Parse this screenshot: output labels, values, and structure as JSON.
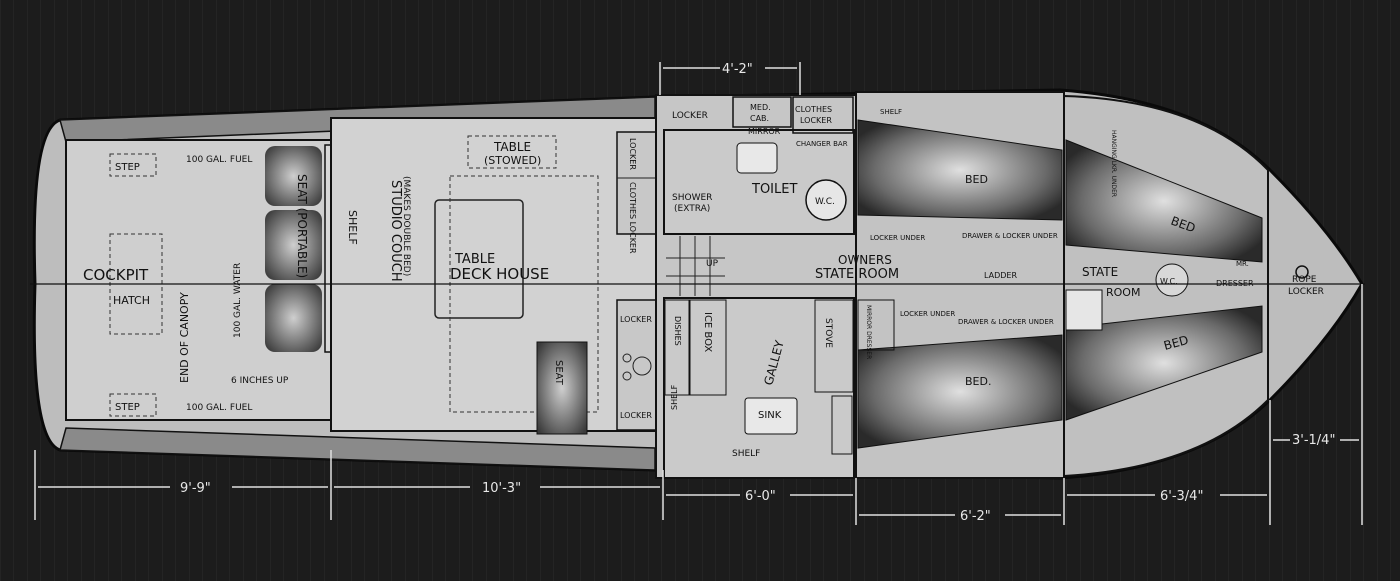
{
  "rooms": {
    "cockpit": "COCKPIT",
    "hatch": "HATCH",
    "end_of_canopy": "END OF CANOPY",
    "fuel_top": "100 GAL. FUEL",
    "fuel_bottom": "100 GAL. FUEL",
    "water": "100 GAL. WATER",
    "step_top": "STEP",
    "step_bottom": "STEP",
    "seat_portable": "SEAT (PORTABLE)",
    "shelf_vertical": "SHELF",
    "studio_couch": "STUDIO COUCH",
    "makes_double_bed": "(MAKES DOUBLE BED)",
    "six_inches_up": "6 INCHES UP",
    "table_stowed_1": "TABLE",
    "table_stowed_2": "(STOWED)",
    "table": "TABLE",
    "deck_house": "DECK HOUSE",
    "seat": "SEAT",
    "locker_upper": "LOCKER",
    "clothes_locker_left": "CLOTHES LOCKER",
    "locker_mid": "LOCKER",
    "locker_lower": "LOCKER",
    "shelf_lower": "SHELF",
    "dishes": "DISHES",
    "ice_box": "ICE BOX",
    "galley": "GALLEY",
    "sink": "SINK",
    "stove": "STOVE",
    "shelf_bottom": "SHELF",
    "up": "UP",
    "locker_top": "LOCKER",
    "med_cab_1": "MED.",
    "med_cab_2": "CAB.",
    "mirror_top": "MIRROR",
    "clothes_locker_top_1": "CLOTHES",
    "clothes_locker_top_2": "LOCKER",
    "changer_bar": "CHANGER BAR",
    "shower_1": "SHOWER",
    "shower_2": "(EXTRA)",
    "toilet": "TOILET",
    "wc": "W.C.",
    "shelf_top": "SHELF",
    "bed_upper": "BED",
    "bed_lower": "BED.",
    "locker_under": "LOCKER UNDER",
    "drawer_locker_under_top": "DRAWER & LOCKER UNDER",
    "owners_1": "OWNERS",
    "owners_2": "STATE ROOM",
    "ladder": "LADDER",
    "mirror_dresser": "MIRROR DRESSER",
    "locker_under_lower": "LOCKER UNDER",
    "drawer_locker_under_lower": "DRAWER & LOCKER UNDER",
    "hanging_locker_under": "HANGING LKR. UNDER",
    "state_1": "STATE",
    "state_2": "ROOM",
    "wc_fwd": "W.C.",
    "mr": "MR.",
    "dresser": "DRESSER",
    "bed_fwd_upper": "BED",
    "bed_fwd_lower": "BED",
    "rope_locker_1": "ROPE",
    "rope_locker_2": "LOCKER"
  },
  "dimensions": {
    "d_4_2": "4'-2\"",
    "d_9_9": "9'-9\"",
    "d_10_3": "10'-3\"",
    "d_6_0": "6'-0\"",
    "d_6_2": "6'-2\"",
    "d_6_3_4": "6'-3/4\"",
    "d_3_1_4": "3'-1/4\""
  }
}
